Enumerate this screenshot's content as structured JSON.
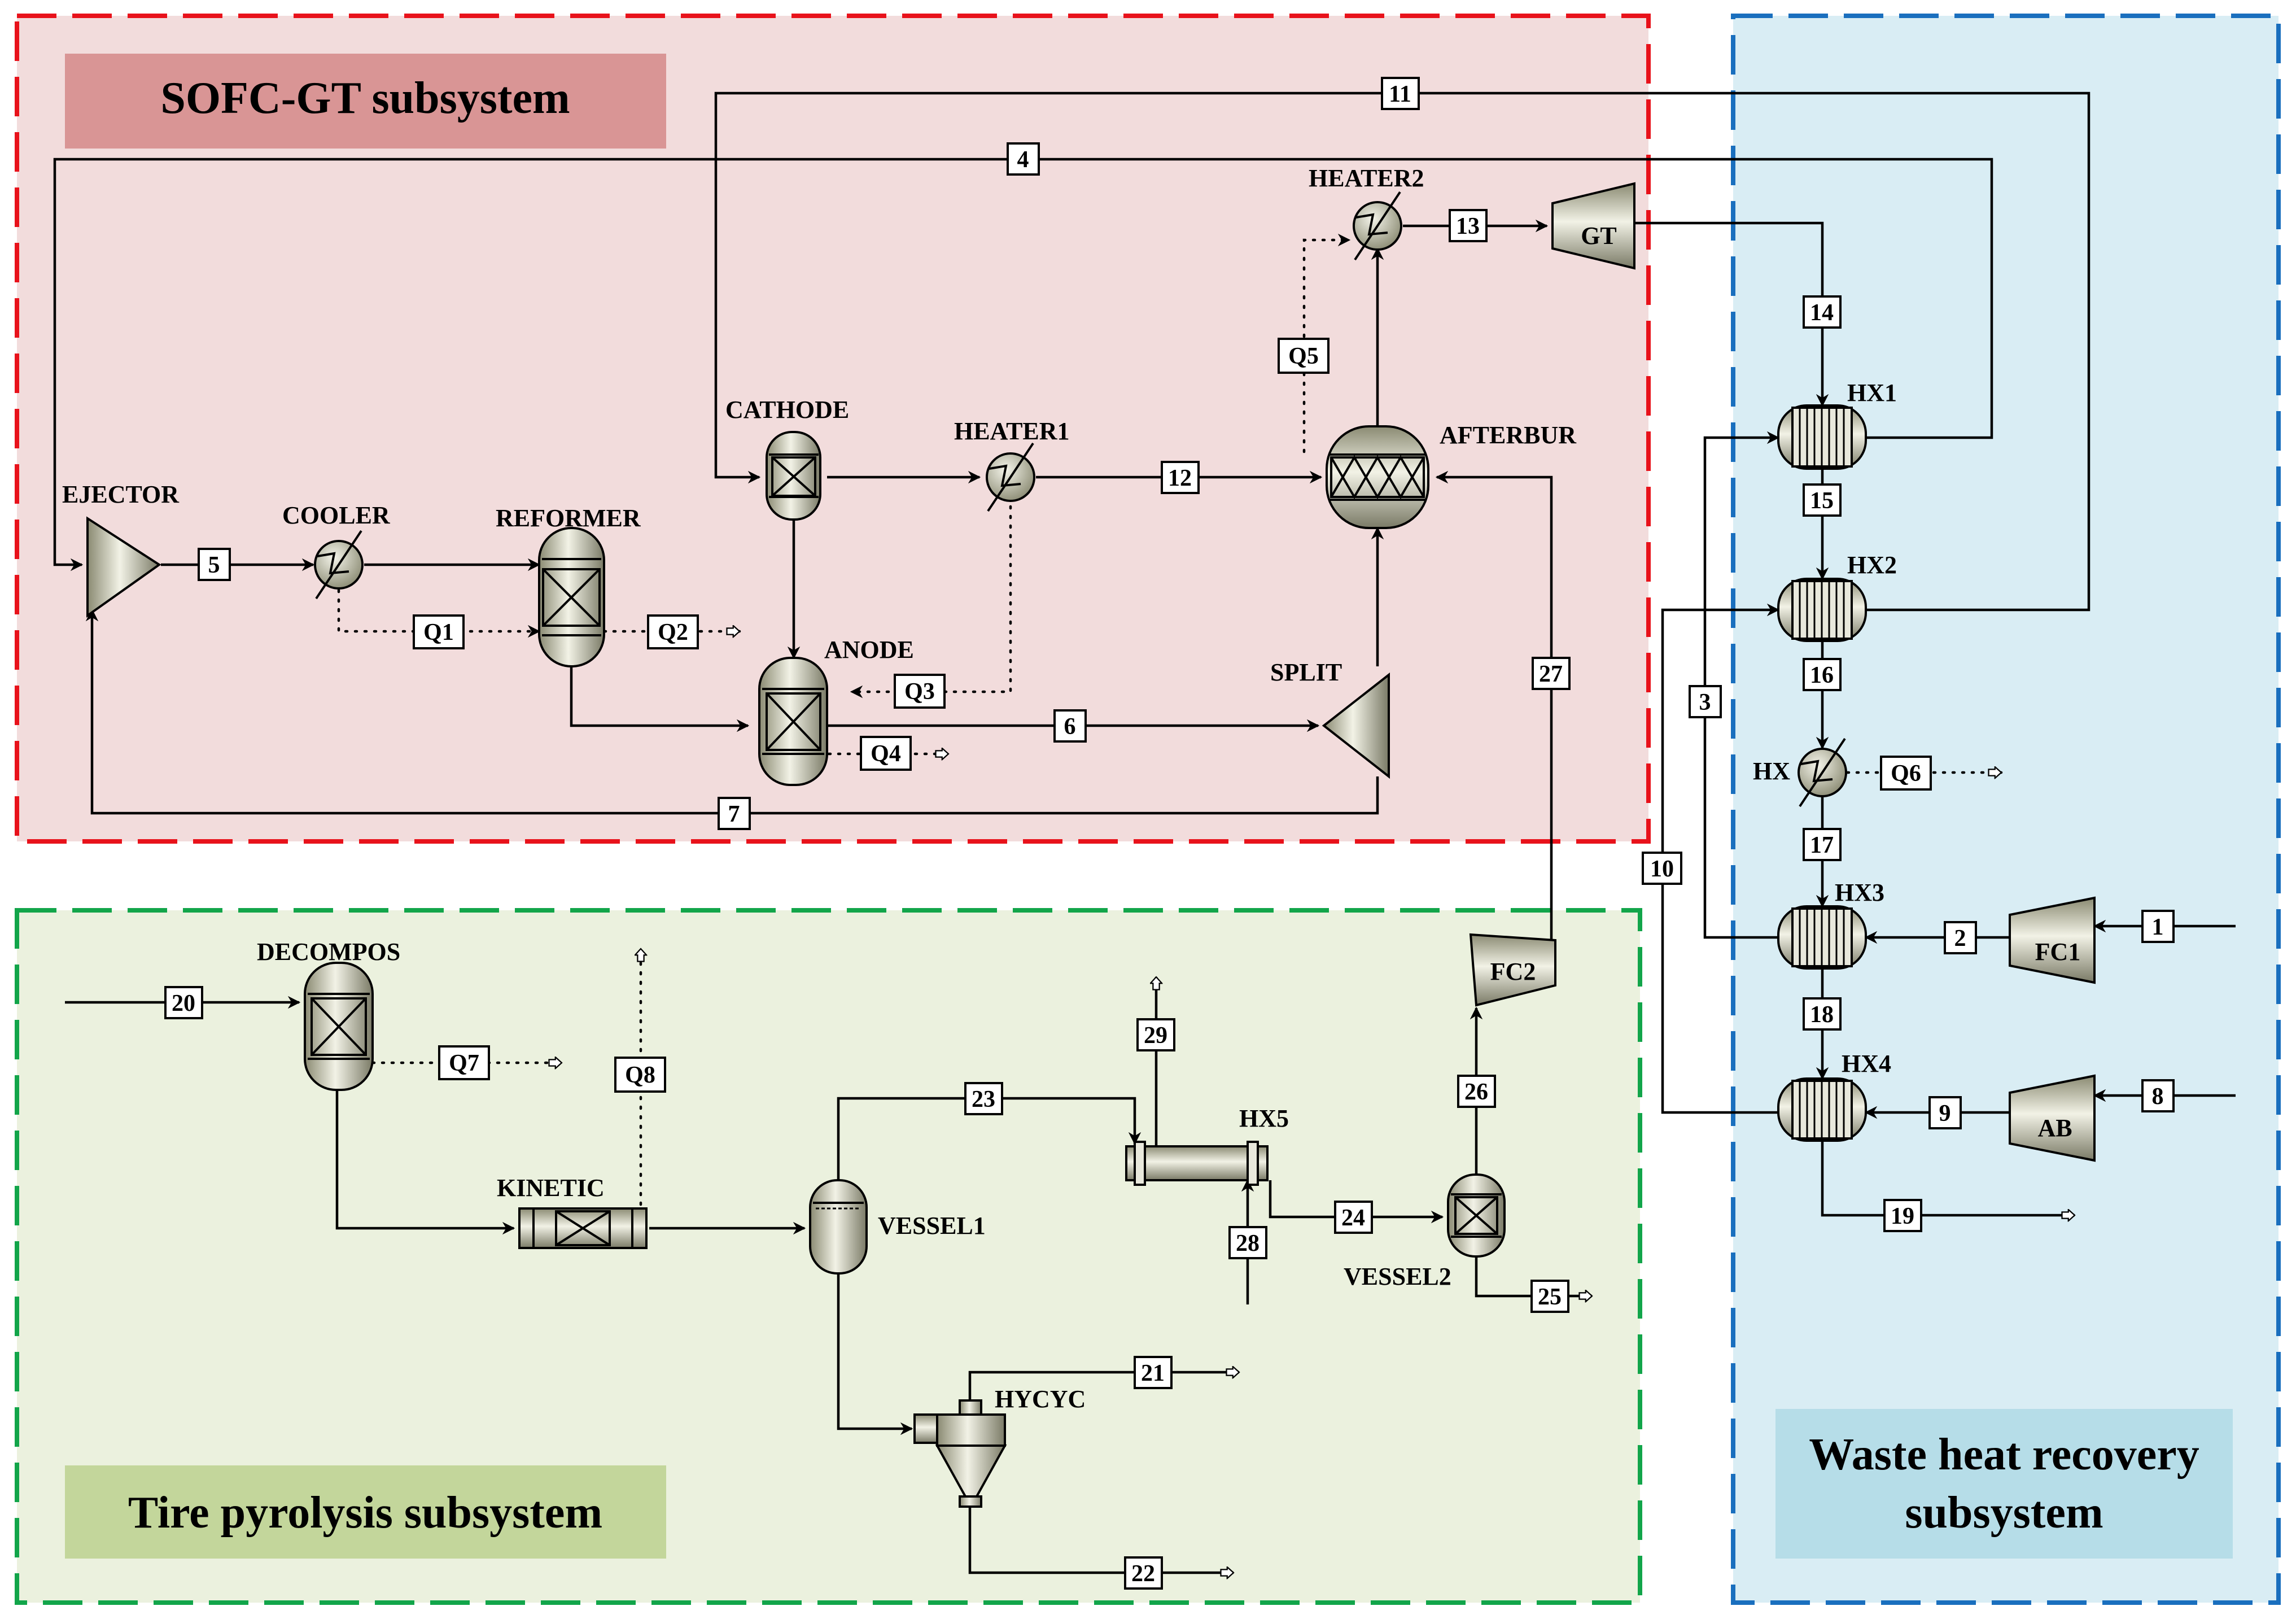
{
  "subsystems": {
    "sofc": {
      "title": "SOFC-GT subsystem",
      "fill": "#f2dcdc",
      "border": "#e8121b",
      "title_fill": "#d99595"
    },
    "pyrolysis": {
      "title": "Tire pyrolysis subsystem",
      "fill": "#ebf1de",
      "border": "#12a54a",
      "title_fill": "#c3d69b"
    },
    "waste_heat": {
      "title_line1": "Waste heat recovery",
      "title_line2": "subsystem",
      "fill": "#d9edf4",
      "border": "#1a6fbe",
      "title_fill": "#b6dde8"
    }
  },
  "units": {
    "ejector": "EJECTOR",
    "cooler": "COOLER",
    "reformer": "REFORMER",
    "cathode": "CATHODE",
    "anode": "ANODE",
    "heater1": "HEATER1",
    "heater2": "HEATER2",
    "afterbur": "AFTERBUR",
    "split": "SPLIT",
    "gt": "GT",
    "hx1": "HX1",
    "hx2": "HX2",
    "hx": "HX",
    "hx3": "HX3",
    "hx4": "HX4",
    "fc1": "FC1",
    "ab": "AB",
    "fc2": "FC2",
    "decompos": "DECOMPOS",
    "kinetic": "KINETIC",
    "vessel1": "VESSEL1",
    "hx5": "HX5",
    "vessel2": "VESSEL2",
    "hycyc": "HYCYC"
  },
  "streams": {
    "s1": "1",
    "s2": "2",
    "s3": "3",
    "s4": "4",
    "s5": "5",
    "s6": "6",
    "s7": "7",
    "s8": "8",
    "s9": "9",
    "s10": "10",
    "s11": "11",
    "s12": "12",
    "s13": "13",
    "s14": "14",
    "s15": "15",
    "s16": "16",
    "s17": "17",
    "s18": "18",
    "s19": "19",
    "s20": "20",
    "s21": "21",
    "s22": "22",
    "s23": "23",
    "s24": "24",
    "s25": "25",
    "s26": "26",
    "s27": "27",
    "s28": "28",
    "s29": "29"
  },
  "heat": {
    "q1": "Q1",
    "q2": "Q2",
    "q3": "Q3",
    "q4": "Q4",
    "q5": "Q5",
    "q6": "Q6",
    "q7": "Q7",
    "q8": "Q8"
  }
}
